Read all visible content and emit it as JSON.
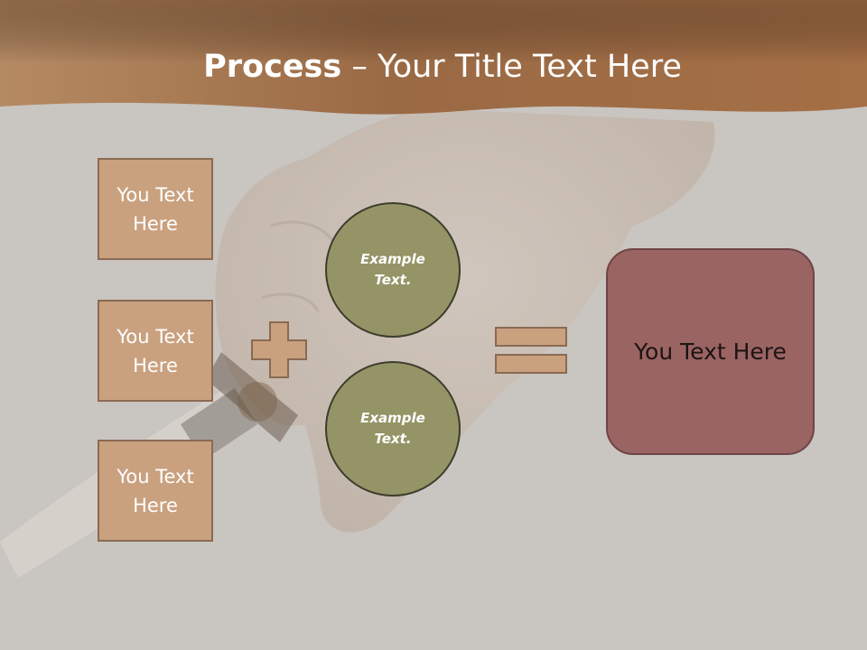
{
  "title": {
    "bold": "Process",
    "rest": " – Your Title Text Here"
  },
  "inputs": [
    {
      "label": "You Text Here"
    },
    {
      "label": "You Text Here"
    },
    {
      "label": "You Text Here"
    }
  ],
  "circles": [
    {
      "label": "Example Text."
    },
    {
      "label": "Example Text."
    }
  ],
  "result": {
    "label": "You Text Here"
  },
  "colors": {
    "banner": "#a4724a",
    "box_fill": "#c9a17f",
    "circle_fill": "#959466",
    "result_fill": "#9a6463",
    "background": "#c9c5c1"
  }
}
